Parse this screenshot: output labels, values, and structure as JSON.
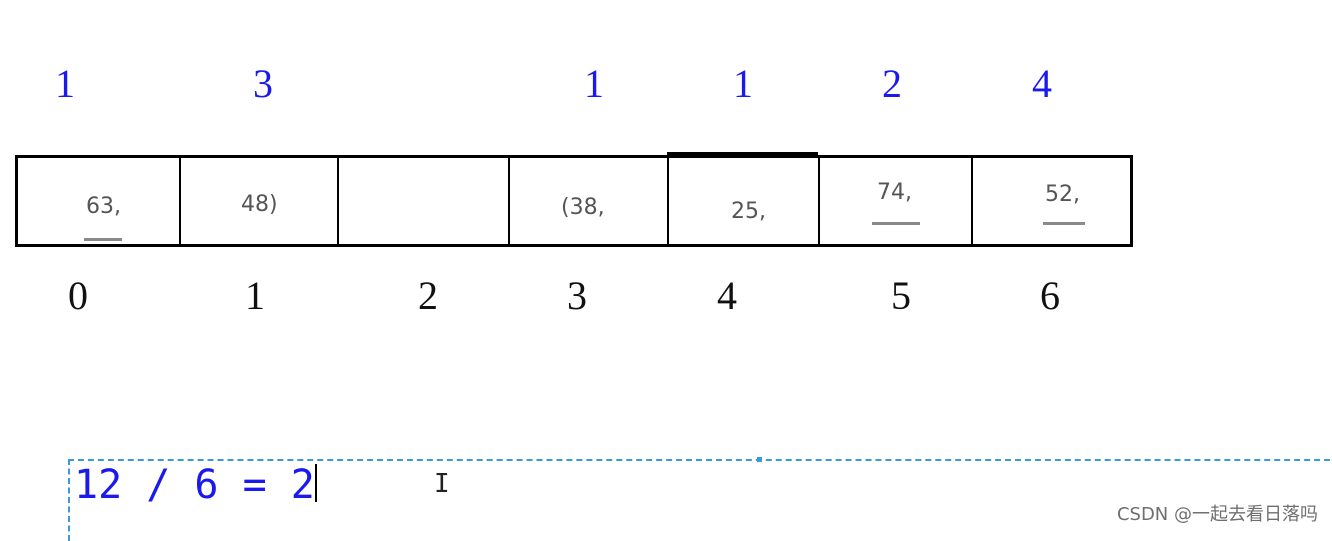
{
  "counts": [
    "1",
    "3",
    "",
    "1",
    "1",
    "2",
    "4"
  ],
  "cells": [
    "63,",
    "48)",
    "",
    "(38,",
    "25,",
    "74,",
    "52,"
  ],
  "indices": [
    "0",
    "1",
    "2",
    "3",
    "4",
    "5",
    "6"
  ],
  "equation": "12 / 6 = 2",
  "cursor_icon": "i-beam-icon",
  "watermark": "CSDN @一起去看日落吗",
  "colors": {
    "count_text": "#1a1aee",
    "index_text": "#111111",
    "cell_text": "#555555",
    "selection_border": "#3b9ad9"
  }
}
